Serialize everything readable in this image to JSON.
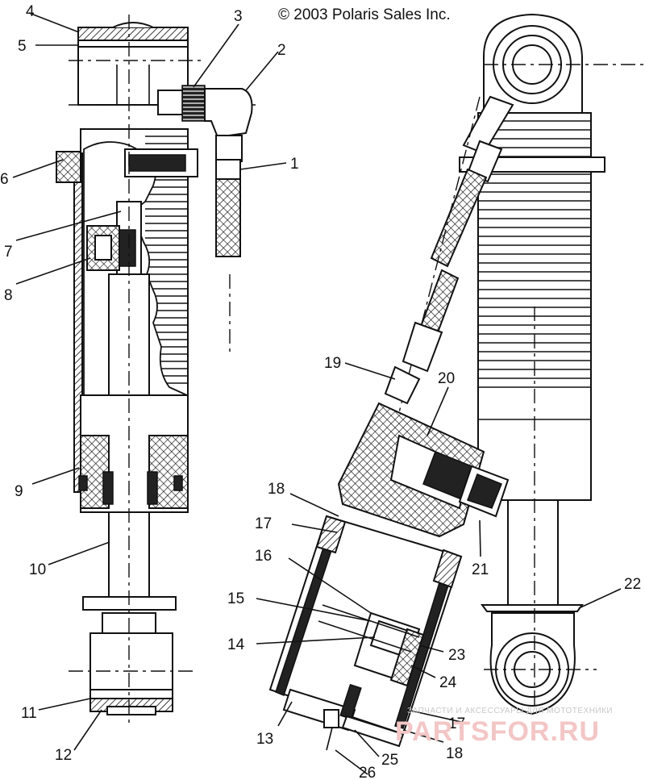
{
  "copyright": "© 2003 Polaris Sales Inc.",
  "callouts": [
    "1",
    "2",
    "3",
    "4",
    "5",
    "6",
    "7",
    "8",
    "9",
    "10",
    "11",
    "12",
    "13",
    "14",
    "15",
    "16",
    "17",
    "18",
    "19",
    "20",
    "21",
    "22",
    "23",
    "24",
    "25",
    "26",
    "17",
    "18"
  ],
  "watermark": {
    "small": "ЗАПЧАСТИ И АКСЕССУАРЫ ДЛЯ МОТОТЕХНИКИ",
    "big": "PARTSFOR.RU"
  },
  "colors": {
    "line": "#111111",
    "background": "#ffffff",
    "watermark": "#f3c6c6"
  }
}
